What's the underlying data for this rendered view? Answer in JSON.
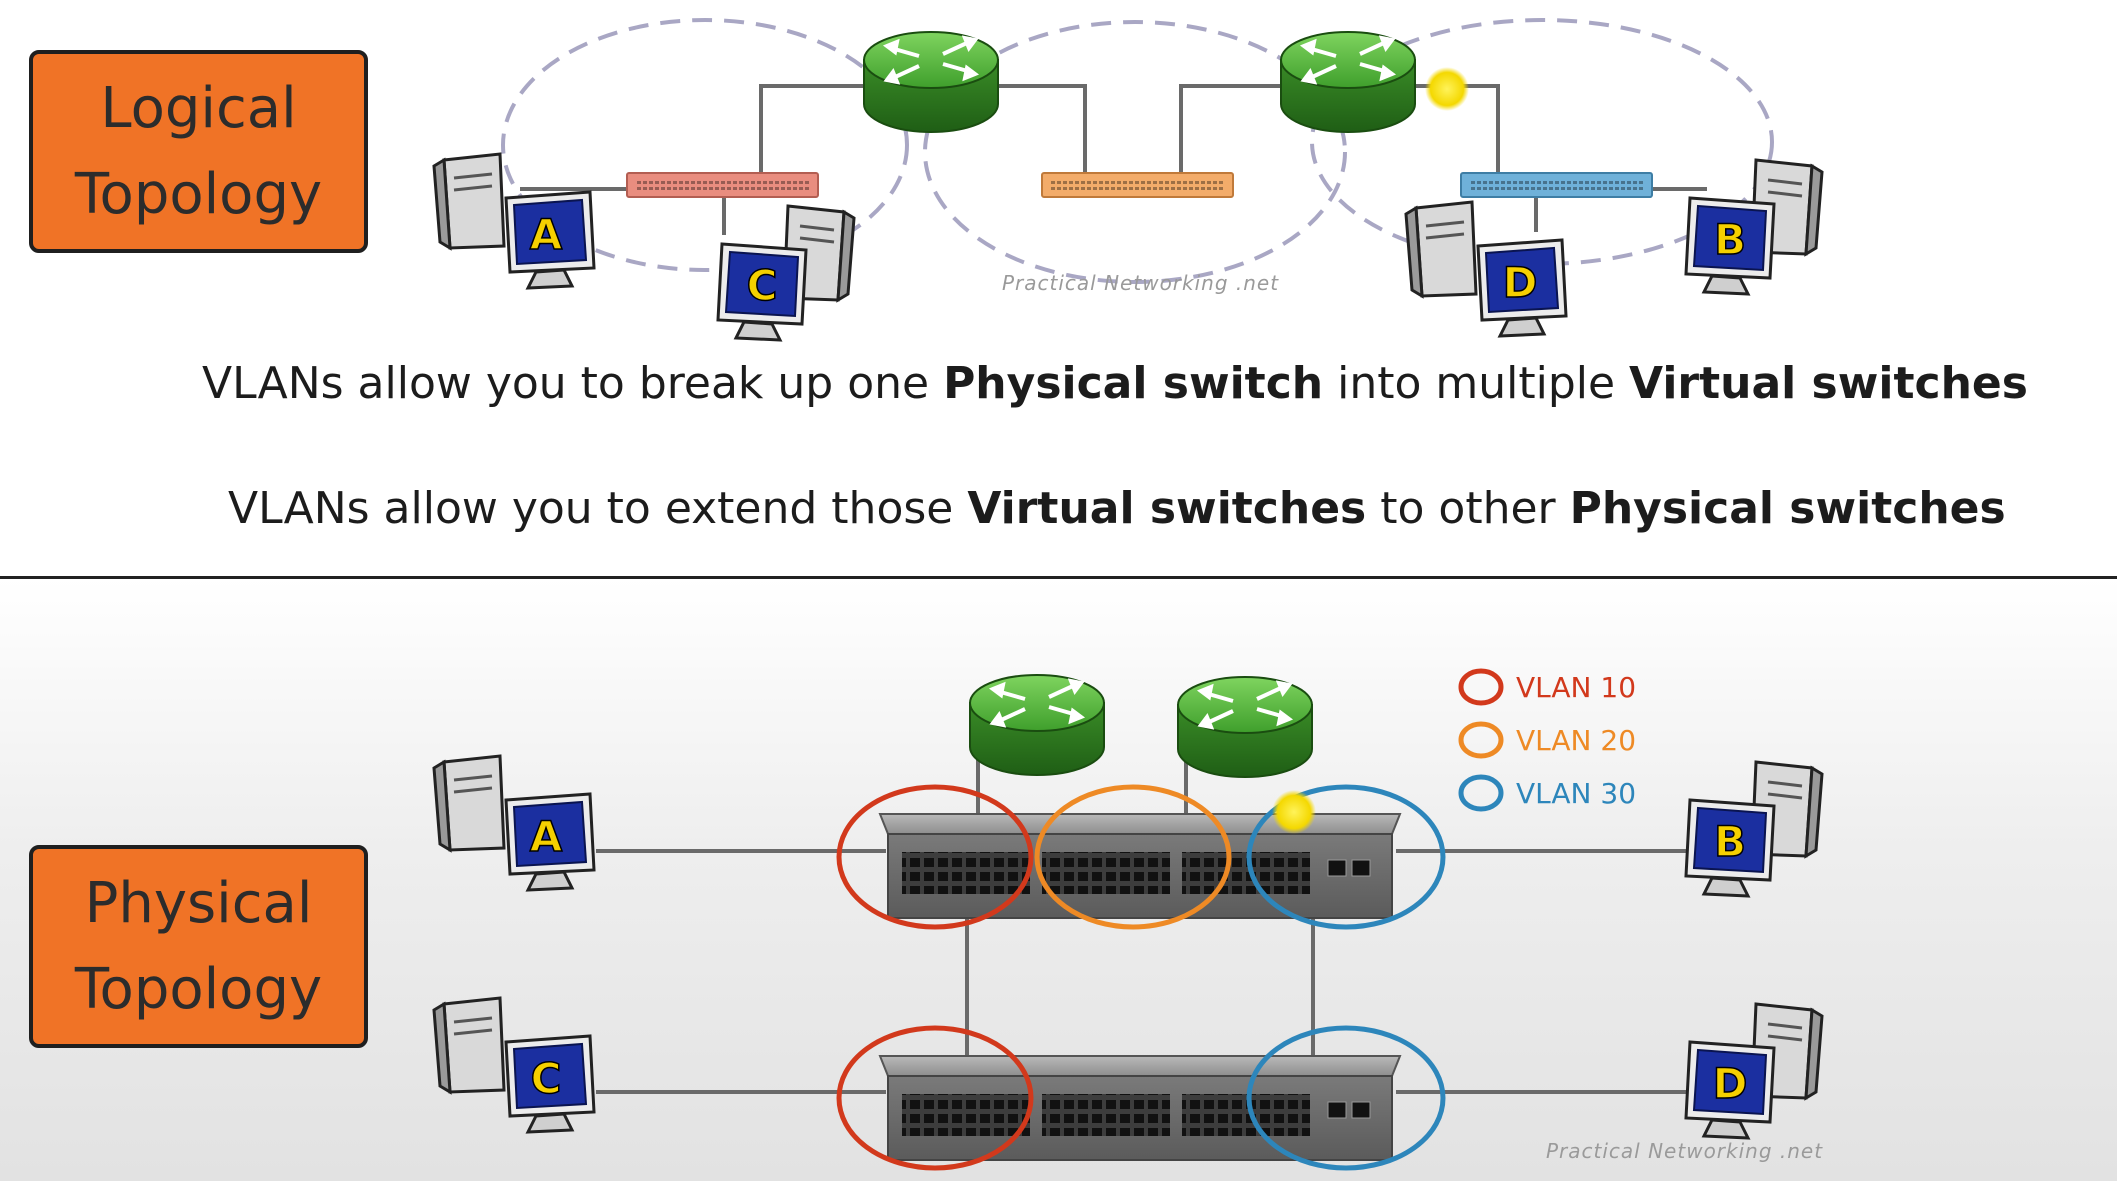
{
  "logical": {
    "label_line1": "Logical",
    "label_line2": "Topology",
    "watermark": "Practical Networking .net",
    "pcs": [
      "A",
      "C",
      "D",
      "B"
    ],
    "switch_colors": [
      "#e98d7f",
      "#f3ac6a",
      "#6fb1d9"
    ]
  },
  "captions": [
    {
      "p1": "VLANs allow you to break up one ",
      "b1": "Physical switch",
      "p2": " into multiple ",
      "b2": "Virtual switches"
    },
    {
      "p1": "VLANs allow you to extend those ",
      "b1": "Virtual switches",
      "p2": " to other ",
      "b2": "Physical switches"
    }
  ],
  "physical": {
    "label_line1": "Physical",
    "label_line2": "Topology",
    "watermark": "Practical Networking .net",
    "pcs": [
      "A",
      "B",
      "C",
      "D"
    ],
    "legend": [
      {
        "label": "VLAN 10",
        "color": "#d2391c"
      },
      {
        "label": "VLAN 20",
        "color": "#ee8a25"
      },
      {
        "label": "VLAN 30",
        "color": "#2d86bb"
      }
    ]
  },
  "colors": {
    "accent_orange": "#f07326",
    "router_green": "#3f9f2c",
    "pc_screen_blue": "#1b2fa0",
    "pc_letter_yellow": "#f5d000",
    "highlight_dot": "#f9e000"
  }
}
